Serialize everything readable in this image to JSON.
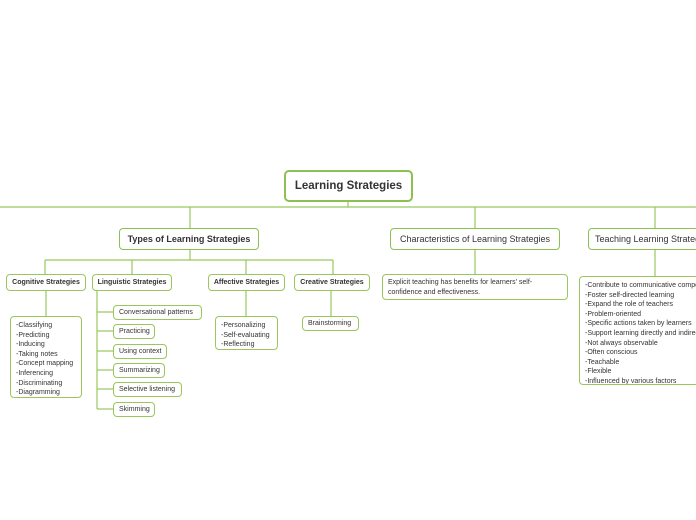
{
  "root": {
    "label": "Learning Strategies"
  },
  "types": {
    "label": "Types of Learning Strategies",
    "cognitive": {
      "label": "Cognitive Strategies",
      "items": [
        "-Classifying",
        "-Predicting",
        "-Inducing",
        "-Taking notes",
        "-Concept mapping",
        "-Inferencing",
        "-Discriminating",
        "-Diagramming"
      ]
    },
    "linguistic": {
      "label": "Linguistic Strategies",
      "items": [
        "Conversational patterns",
        "Practicing",
        "Using context",
        "Summarizing",
        "Selective listening",
        "Skimming"
      ]
    },
    "affective": {
      "label": "Affective Strategies",
      "items": [
        "-Personalizing",
        "-Self-evaluating",
        "-Reflecting"
      ]
    },
    "creative": {
      "label": "Creative Strategies",
      "items": [
        "Brainstorming"
      ]
    }
  },
  "characteristics": {
    "label": "Characteristics of Learning Strategies",
    "note_line1": "Explicit teaching has benefits for learners' self-",
    "note_line2": "confidence and effectiveness."
  },
  "teaching": {
    "label": "Teaching Learning Strategies",
    "items": [
      "-Contribute to communicative competence",
      "-Foster self-directed learning",
      "-Expand the role of teachers",
      "-Problem-oriented",
      "-Specific actions taken by learners",
      "-Support learning directly and indirectly",
      "-Not always observable",
      "-Often conscious",
      "-Teachable",
      "-Flexible",
      "-Influenced by various factors"
    ]
  },
  "colors": {
    "line": "#9ac75d",
    "border": "#8cc152",
    "text": "#333333"
  }
}
